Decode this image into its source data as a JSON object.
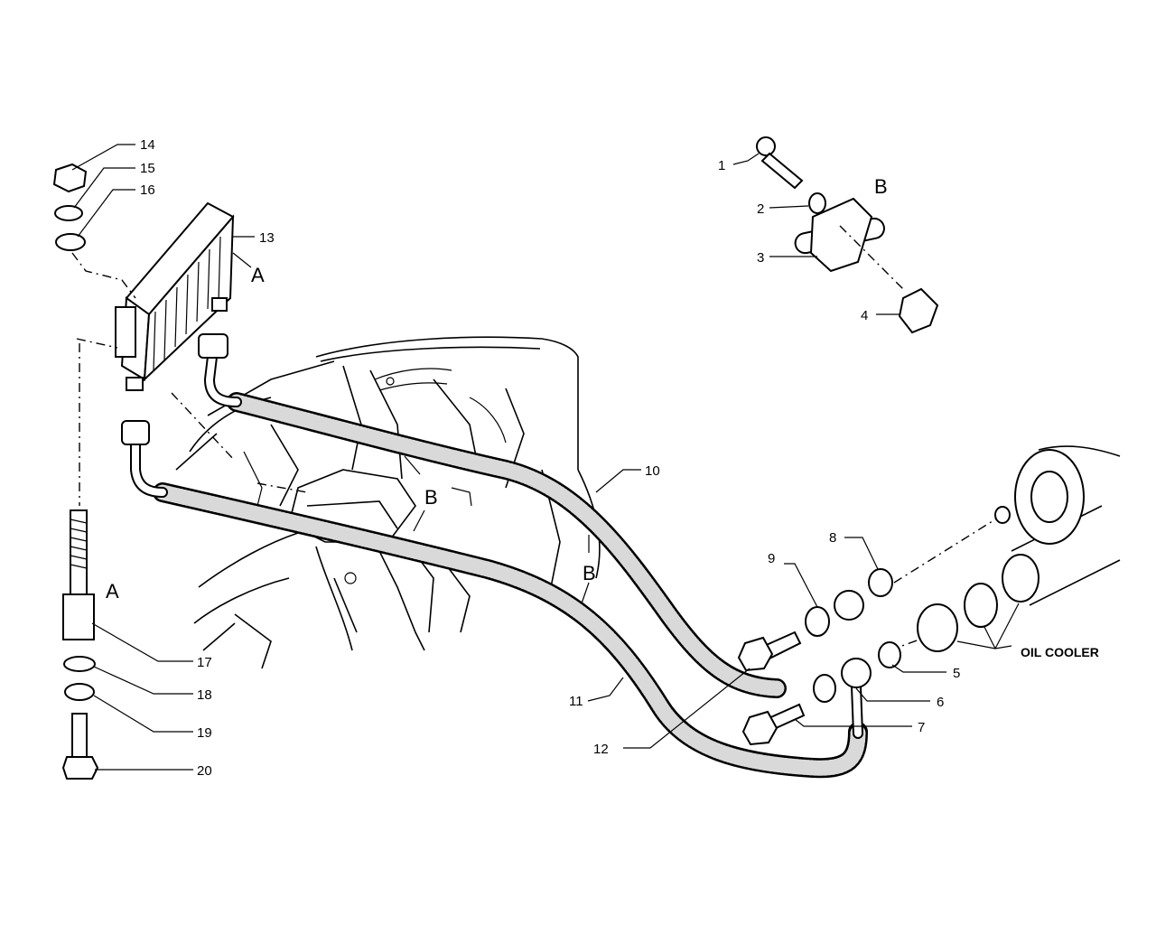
{
  "callouts": {
    "c1": "1",
    "c2": "2",
    "c3": "3",
    "c4": "4",
    "c5": "5",
    "c6": "6",
    "c7": "7",
    "c8": "8",
    "c9": "9",
    "c10": "10",
    "c11": "11",
    "c12": "12",
    "c13": "13",
    "c14": "14",
    "c15": "15",
    "c16": "16",
    "c17": "17",
    "c18": "18",
    "c19": "19",
    "c20": "20"
  },
  "views": {
    "a_top": "A",
    "a_left": "A",
    "b_top": "B",
    "b_mid": "B",
    "b_hose": "B"
  },
  "notes": {
    "oil_cooler": "OIL COOLER"
  }
}
